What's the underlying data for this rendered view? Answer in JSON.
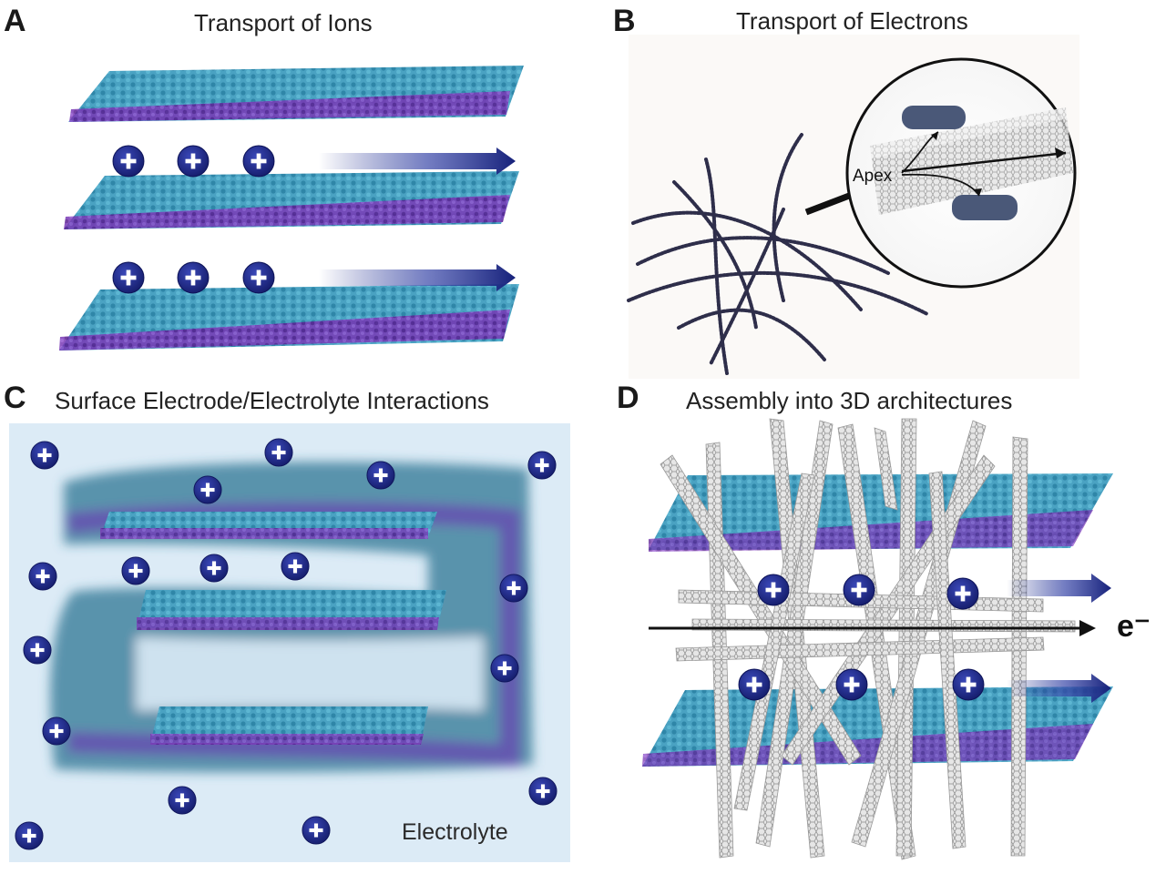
{
  "panels": {
    "a": {
      "letter": "A",
      "title": "Transport of Ions"
    },
    "b": {
      "letter": "B",
      "title": "Transport of Electrons",
      "apex_label": "Apex"
    },
    "c": {
      "letter": "C",
      "title": "Surface Electrode/Electrolyte Interactions",
      "electrolyte_label": "Electrolyte"
    },
    "d": {
      "letter": "D",
      "title": "Assembly into 3D architectures",
      "electron_label": "e⁻"
    }
  },
  "colors": {
    "ion": "#1f2b8f",
    "arrow": "#1c2a8a",
    "sheet_blue": "#3a8fb0",
    "sheet_purple": "#6a2aa0",
    "electrolyte_bg": "#dcebf6",
    "cloud": "#2c6f8c",
    "nanotube": "#cfcfcf",
    "fiber": "#2e2e4a"
  },
  "icons": {
    "ion": "plus-ion-icon"
  }
}
